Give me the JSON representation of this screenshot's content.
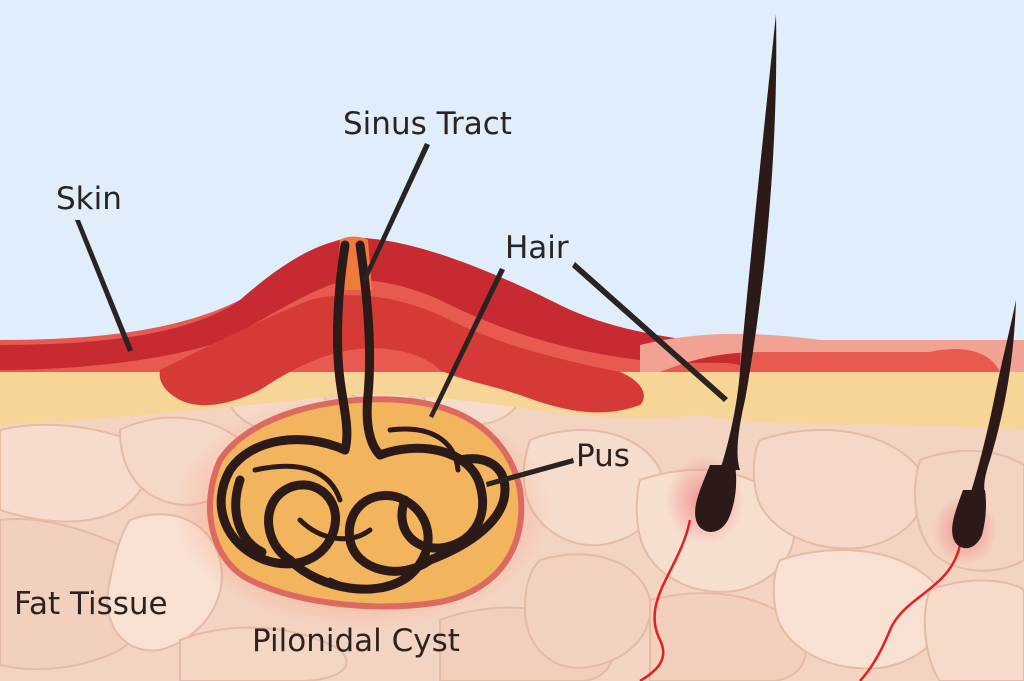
{
  "labels": {
    "skin": "Skin",
    "sinus_tract": "Sinus Tract",
    "hair": "Hair",
    "pus": "Pus",
    "fat_tissue": "Fat Tissue",
    "pilonidal_cyst": "Pilonidal Cyst"
  },
  "colors": {
    "background_sky": "#dfeefa",
    "epidermis": "#e0413e",
    "dermis": "#c8282f",
    "skin_light": "#f1a293",
    "fat_layer": "#f6d597",
    "fat_tissue": "#f3d4c3",
    "fat_tissue_dark": "#e8bba3",
    "cyst_fill": "#f2b45c",
    "cyst_border": "#dd6a60",
    "hair": "#2b1a17",
    "blood_vessel": "#e1201f",
    "label_text": "#2b2321",
    "leader_line": "#2b2321"
  }
}
